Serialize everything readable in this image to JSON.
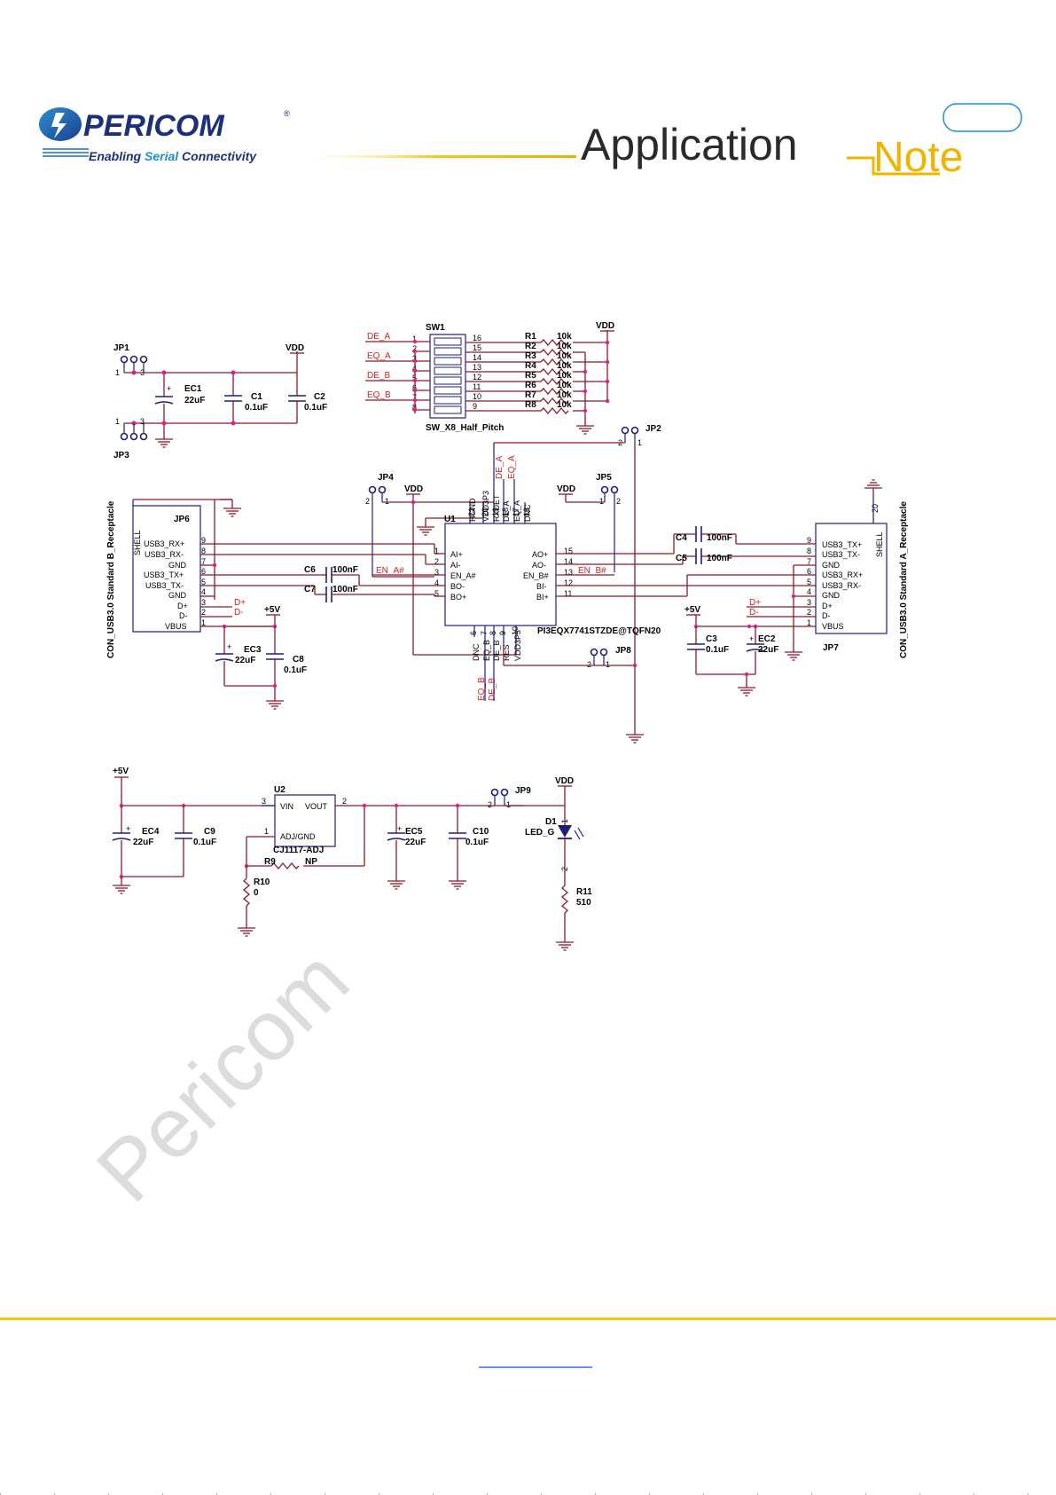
{
  "header": {
    "brand": "PERICOM",
    "tagline_prefix": "Enabling ",
    "tagline_accent": "Serial",
    "tagline_suffix": " Connectivity",
    "title_part1": "Application",
    "title_part2": "Note"
  },
  "watermark": "Pericom",
  "schematic": {
    "jp1": {
      "ref": "JP1",
      "pins": [
        "1",
        "3"
      ]
    },
    "jp3": {
      "ref": "JP3",
      "pins": [
        "1",
        "3"
      ]
    },
    "vdd": "VDD",
    "ec1": {
      "ref": "EC1",
      "value": "22uF"
    },
    "c1": {
      "ref": "C1",
      "value": "0.1uF"
    },
    "c2": {
      "ref": "C2",
      "value": "0.1uF"
    },
    "sw1": {
      "ref": "SW1",
      "part": "SW_X8_Half_Pitch",
      "nets": [
        "DE_A",
        "EQ_A",
        "DE_B",
        "EQ_B"
      ],
      "left_pins": [
        "1",
        "2",
        "3",
        "4",
        "5",
        "6",
        "7",
        "8"
      ],
      "right_pins": [
        "16",
        "15",
        "14",
        "13",
        "12",
        "11",
        "10",
        "9"
      ]
    },
    "resistors": {
      "refs": [
        "R1",
        "R2",
        "R3",
        "R4",
        "R5",
        "R6",
        "R7",
        "R8"
      ],
      "value": "10k"
    },
    "jp2": {
      "ref": "JP2",
      "pins": [
        "2",
        "1"
      ]
    },
    "jp4": {
      "ref": "JP4",
      "pins": [
        "2",
        "1"
      ]
    },
    "jp5": {
      "ref": "JP5",
      "pins": [
        "1",
        "2"
      ]
    },
    "jp6": {
      "ref": "JP6",
      "vertical": "CON_USB3.0 Standard B_Receptacle",
      "shell": "SHELL",
      "pins": [
        {
          "num": "9",
          "name": "USB3_RX+"
        },
        {
          "num": "8",
          "name": "USB3_RX-"
        },
        {
          "num": "7",
          "name": "GND"
        },
        {
          "num": "6",
          "name": "USB3_TX+"
        },
        {
          "num": "5",
          "name": "USB3_TX-"
        },
        {
          "num": "4",
          "name": "GND"
        },
        {
          "num": "3",
          "name": "D+"
        },
        {
          "num": "2",
          "name": "D-"
        },
        {
          "num": "1",
          "name": "VBUS"
        }
      ]
    },
    "jp7": {
      "ref": "JP7",
      "vertical": "CON_USB3.0 Standard A_Receptacle",
      "shell": "SHELL",
      "shell_pin": "20",
      "pins": [
        {
          "num": "9",
          "name": "USB3_TX+"
        },
        {
          "num": "8",
          "name": "USB3_TX-"
        },
        {
          "num": "7",
          "name": "GND"
        },
        {
          "num": "6",
          "name": "USB3_RX+"
        },
        {
          "num": "5",
          "name": "USB3_RX-"
        },
        {
          "num": "4",
          "name": "GND"
        },
        {
          "num": "3",
          "name": "D+"
        },
        {
          "num": "2",
          "name": "D-"
        },
        {
          "num": "1",
          "name": "VBUS"
        }
      ]
    },
    "u1": {
      "ref": "U1",
      "part": "PI3EQX7741STZDE@TQFN20",
      "left_pins": [
        {
          "num": "1",
          "name": "AI+"
        },
        {
          "num": "2",
          "name": "AI-"
        },
        {
          "num": "3",
          "name": "EN_A#"
        },
        {
          "num": "4",
          "name": "BO-"
        },
        {
          "num": "5",
          "name": "BO+"
        }
      ],
      "right_pins": [
        {
          "num": "15",
          "name": "AO+"
        },
        {
          "num": "14",
          "name": "AO-"
        },
        {
          "num": "13",
          "name": "EN_B#"
        },
        {
          "num": "12",
          "name": "BI-"
        },
        {
          "num": "11",
          "name": "BI+"
        }
      ],
      "top_pins": [
        {
          "num": "21",
          "name": "HGND"
        },
        {
          "num": "20",
          "name": "VDD3P3"
        },
        {
          "num": "19",
          "name": "RXDET"
        },
        {
          "num": "18",
          "name": "DE_A"
        },
        {
          "num": "17",
          "name": "EQ_A"
        },
        {
          "num": "16",
          "name": "DNC"
        }
      ],
      "bottom_pins": [
        {
          "num": "6",
          "name": "DNC"
        },
        {
          "num": "7",
          "name": "EQ_B"
        },
        {
          "num": "8",
          "name": "DE_B"
        },
        {
          "num": "9",
          "name": "RES"
        },
        {
          "num": "10",
          "name": "VDD3P3"
        }
      ]
    },
    "caps_coupling": [
      {
        "ref": "C6",
        "value": "100nF"
      },
      {
        "ref": "C7",
        "value": "100nF"
      },
      {
        "ref": "C4",
        "value": "100nF"
      },
      {
        "ref": "C5",
        "value": "100nF"
      }
    ],
    "net_labels": {
      "en_a": "EN_A#",
      "en_b": "EN_B#",
      "de_a": "DE_A",
      "eq_a": "EQ_A",
      "eq_b": "EQ_B",
      "de_b": "DE_B",
      "dp": "D+",
      "dm": "D-",
      "p5v": "+5V"
    },
    "ec3": {
      "ref": "EC3",
      "value": "22uF"
    },
    "c8": {
      "ref": "C8",
      "value": "0.1uF"
    },
    "c3": {
      "ref": "C3",
      "value": "0.1uF"
    },
    "ec2": {
      "ref": "EC2",
      "value": "22uF"
    },
    "jp8": {
      "ref": "JP8",
      "pins": [
        "2",
        "1"
      ]
    },
    "u2": {
      "ref": "U2",
      "part": "CJ1117-ADJ",
      "vin": "VIN",
      "vout": "VOUT",
      "adj": "ADJ/GND",
      "pins": [
        "3",
        "2",
        "1"
      ]
    },
    "ec4": {
      "ref": "EC4",
      "value": "22uF"
    },
    "c9": {
      "ref": "C9",
      "value": "0.1uF"
    },
    "ec5": {
      "ref": "EC5",
      "value": "22uF"
    },
    "c10": {
      "ref": "C10",
      "value": "0.1uF"
    },
    "r9": {
      "ref": "R9",
      "value": "NP"
    },
    "r10": {
      "ref": "R10",
      "value": "0"
    },
    "jp9": {
      "ref": "JP9",
      "pins": [
        "2",
        "1"
      ]
    },
    "d1": {
      "ref": "D1",
      "value": "LED_G",
      "pins": [
        "1",
        "2"
      ]
    },
    "r11": {
      "ref": "R11",
      "value": "510"
    }
  }
}
